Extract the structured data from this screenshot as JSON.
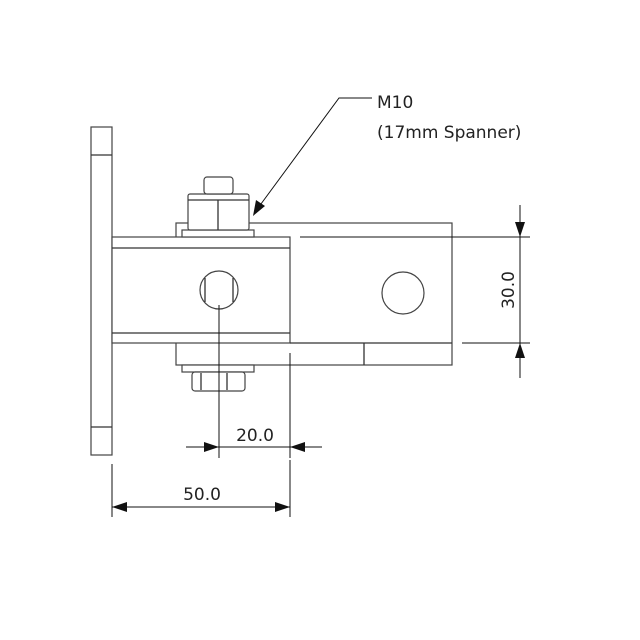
{
  "callout": {
    "line1": "M10",
    "line2": "(17mm Spanner)"
  },
  "dimensions": {
    "height": "30.0",
    "hole_offset": "20.0",
    "projection": "50.0"
  }
}
